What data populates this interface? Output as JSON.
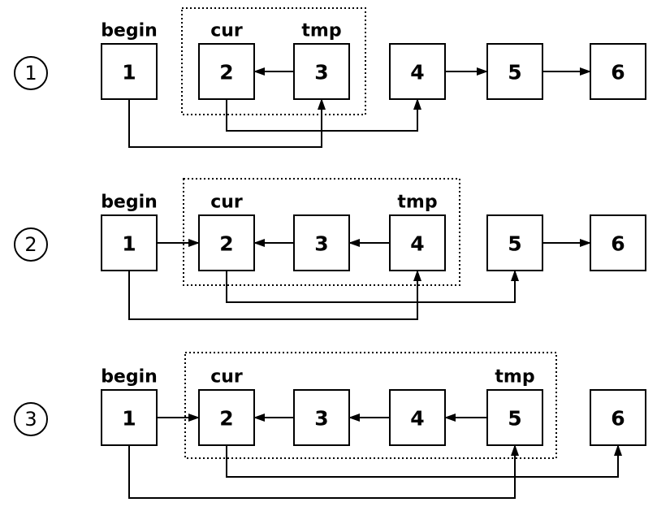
{
  "rows": [
    {
      "step": "1",
      "nodes": [
        "1",
        "2",
        "3",
        "4",
        "5",
        "6"
      ],
      "labels": [
        {
          "text": "begin",
          "node": 0
        },
        {
          "text": "cur",
          "node": 1
        },
        {
          "text": "tmp",
          "node": 2
        }
      ]
    },
    {
      "step": "2",
      "nodes": [
        "1",
        "2",
        "3",
        "4",
        "5",
        "6"
      ],
      "labels": [
        {
          "text": "begin",
          "node": 0
        },
        {
          "text": "cur",
          "node": 1
        },
        {
          "text": "tmp",
          "node": 3
        }
      ]
    },
    {
      "step": "3",
      "nodes": [
        "1",
        "2",
        "3",
        "4",
        "5",
        "6"
      ],
      "labels": [
        {
          "text": "begin",
          "node": 0
        },
        {
          "text": "cur",
          "node": 1
        },
        {
          "text": "tmp",
          "node": 4
        }
      ]
    }
  ]
}
